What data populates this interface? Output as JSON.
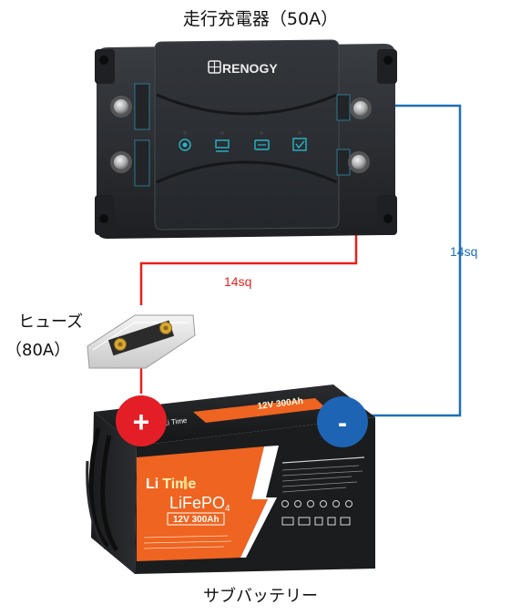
{
  "title": "走行充電器（50A）",
  "charger": {
    "brand": "RENOGY"
  },
  "fuse": {
    "label": "ヒューズ",
    "rating": "（80A）"
  },
  "wires": {
    "positive_gauge": "14sq",
    "negative_gauge": "14sq"
  },
  "battery": {
    "caption": "サブバッテリー",
    "brand_a": "Li",
    "brand_b": "Time",
    "chemistry": "LiFePO",
    "chemistry_sub": "4",
    "spec": "12V  300Ah",
    "lid_brand": "Li Time",
    "lid_spec": "12V  300Ah",
    "positive_symbol": "+",
    "negative_symbol": "-"
  },
  "colors": {
    "positive_wire": "#e8201f",
    "negative_wire": "#1f6fb8",
    "positive_terminal": "#e41e26",
    "negative_terminal": "#1e64b4",
    "battery_orange": "#ee6420",
    "charger_body": "#2a2d31",
    "indicator": "#27b6c9"
  },
  "icons": [
    "battery-status-icon",
    "solar-input-icon",
    "battery-charge-icon",
    "check-status-icon"
  ]
}
